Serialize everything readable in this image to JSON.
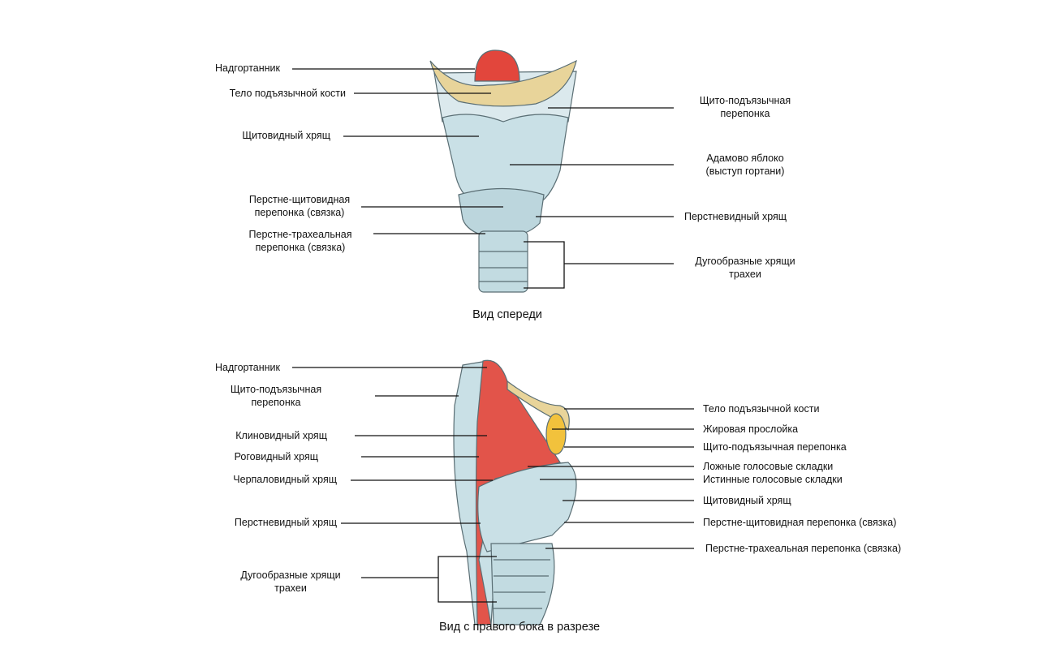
{
  "colors": {
    "cartilage": "#c9e0e6",
    "cartilage_dark": "#a9cbd4",
    "bone": "#e8d49a",
    "muscle": "#e2544a",
    "fat": "#f2c23c",
    "line": "#111111"
  },
  "front_view": {
    "caption": "Вид спереди",
    "labels_left": [
      "Надгортанник",
      "Тело подъязычной кости",
      "Щитовидный хрящ",
      "Перстне-щитовидная\nперепонка (связка)",
      "Перстне-трахеальная\nперепонка (связка)"
    ],
    "labels_right": [
      "Щито-подъязычная\nперепонка",
      "Адамово яблоко\n(выступ гортани)",
      "Перстневидный хрящ",
      "Дугообразные хрящи\nтрахеи"
    ]
  },
  "side_view": {
    "caption": "Вид с правого бока в разрезе",
    "labels_left": [
      "Надгортанник",
      "Щито-подъязычная\nперепонка",
      "Клиновидный хрящ",
      "Роговидный хрящ",
      "Черпаловидный хрящ",
      "Перстневидный хрящ",
      "Дугообразные хрящи\nтрахеи"
    ],
    "labels_right": [
      "Тело подъязычной кости",
      "Жировая прослойка",
      "Щито-подъязычная перепонка",
      "Ложные голосовые складки",
      "Истинные голосовые складки",
      "Щитовидный хрящ",
      "Перстне-щитовидная перепонка (связка)",
      "Перстне-трахеальная перепонка (связка)"
    ]
  }
}
